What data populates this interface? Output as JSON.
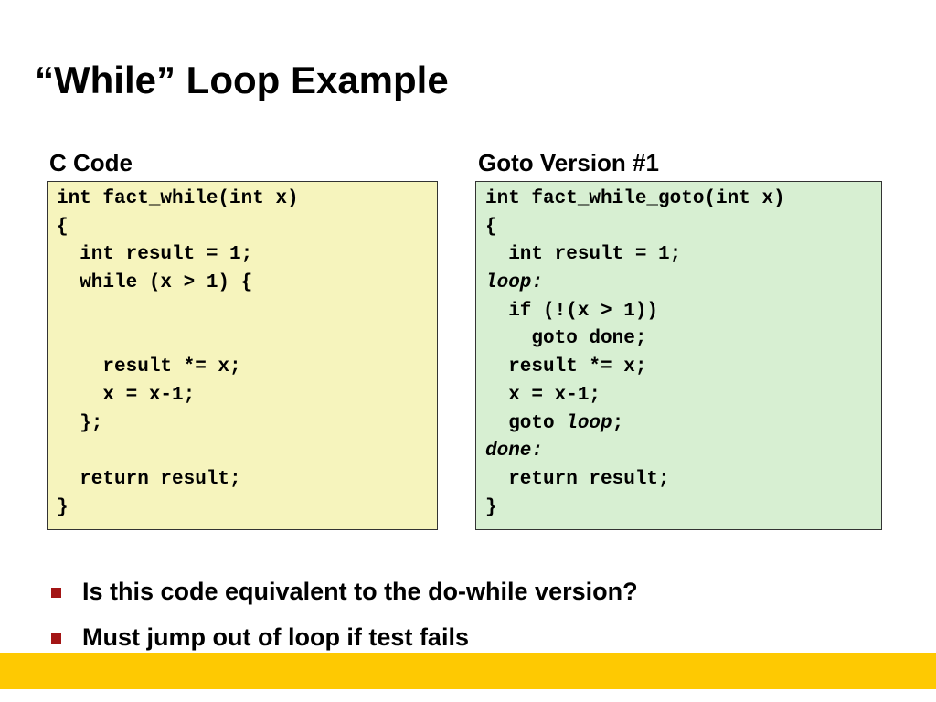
{
  "slide": {
    "title": "“While” Loop Example"
  },
  "left_panel": {
    "heading": "C Code",
    "lines": [
      "int fact_while(int x)",
      "{",
      "  int result = 1;",
      "  while (x > 1) {",
      "",
      "",
      "    result *= x;",
      "    x = x-1;",
      "  };",
      "",
      "  return result;",
      "}"
    ]
  },
  "right_panel": {
    "heading": "Goto Version #1",
    "lines": [
      "int fact_while_goto(int x)",
      "{",
      "  int result = 1;",
      "loop:",
      "  if (!(x > 1))",
      "    goto done;",
      "  result *= x;",
      "  x = x-1;",
      "  goto ",
      "loop",
      ";",
      "done:",
      "  return result;",
      "}"
    ]
  },
  "bullets": [
    "Is this code equivalent to the do-while version?",
    "Must jump out of loop if test fails"
  ],
  "colors": {
    "left_box_bg": "#f6f4bd",
    "right_box_bg": "#d7efd2",
    "bullet_marker": "#a31515",
    "footer_bar": "#fec902"
  }
}
